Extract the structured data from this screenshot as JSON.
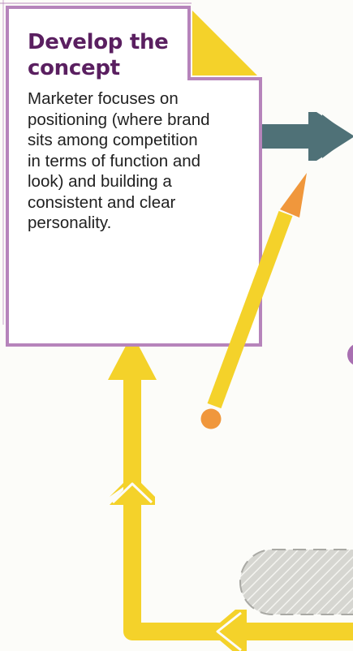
{
  "card": {
    "title_line1": "Develop the",
    "title_line2": "concept",
    "body": [
      "Marketer focuses on",
      "positioning (where brand",
      "sits among competition",
      "in terms of function and",
      "look) and building a",
      "consistent and clear",
      "personality."
    ]
  },
  "colors": {
    "card_border": "#b684bb",
    "card_fill": "#ffffff",
    "title": "#5a1f60",
    "body_text": "#1f1f1f",
    "yellow": "#f4d22a",
    "teal_arrow": "#4f7177",
    "orange": "#f0973c",
    "purple_dot": "#a86fb1",
    "gray_pill": "#d8d8d3",
    "background": "#fcfcf9"
  }
}
